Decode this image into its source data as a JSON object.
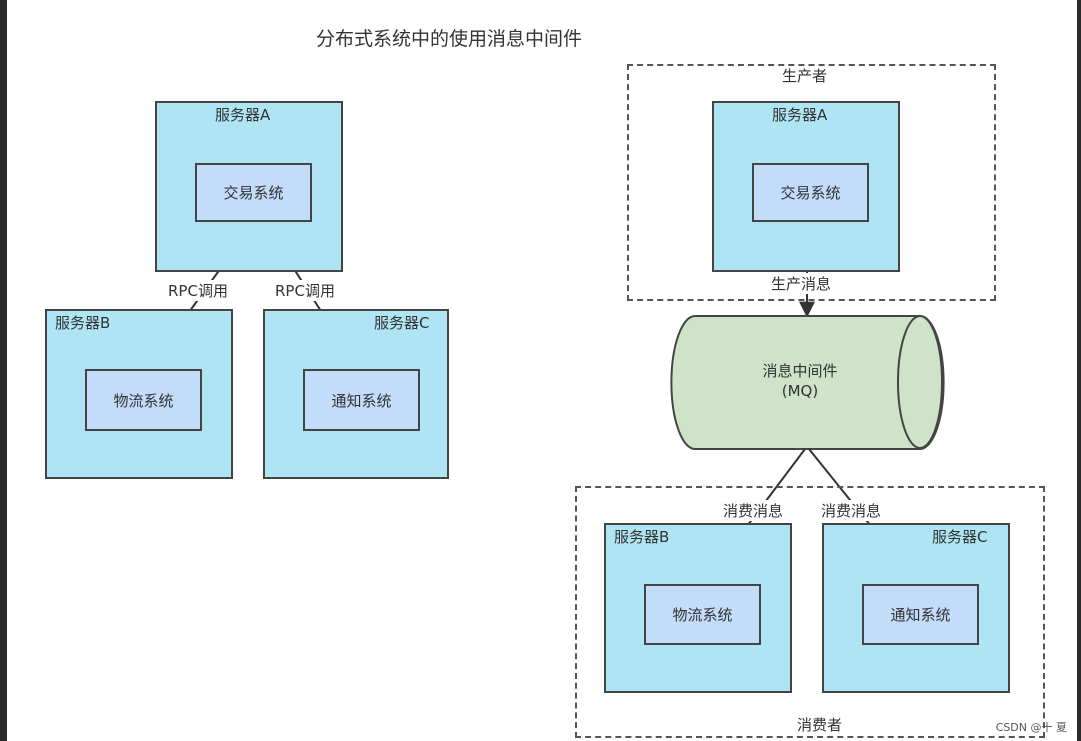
{
  "title": "分布式系统中的使用消息中间件",
  "left": {
    "serverA": {
      "label": "服务器A",
      "system": "交易系统"
    },
    "serverB": {
      "label": "服务器B",
      "system": "物流系统"
    },
    "serverC": {
      "label": "服务器C",
      "system": "通知系统"
    },
    "edge_left": "RPC调用",
    "edge_right": "RPC调用"
  },
  "right": {
    "producer_group": "生产者",
    "serverA": {
      "label": "服务器A",
      "system": "交易系统"
    },
    "produce_edge": "生产消息",
    "mq": {
      "line1": "消息中间件",
      "line2": "(MQ)"
    },
    "consume_edge_left": "消费消息",
    "consume_edge_right": "消费消息",
    "consumer_group": "消费者",
    "serverB": {
      "label": "服务器B",
      "system": "物流系统"
    },
    "serverC": {
      "label": "服务器C",
      "system": "通知系统"
    }
  },
  "colors": {
    "server_fill": "#aee4f3",
    "system_fill": "#c3dcf9",
    "mq_fill": "#cfe3c9"
  },
  "watermark": "CSDN @十 夏"
}
